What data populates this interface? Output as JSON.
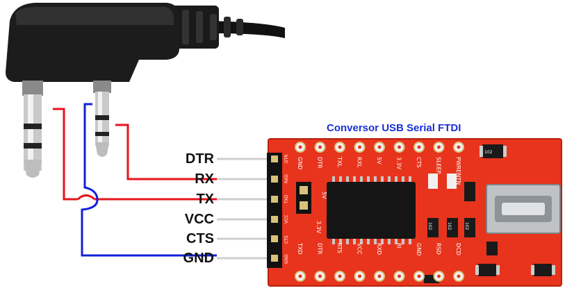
{
  "diagram": {
    "title": "Conversor USB Serial FTDI",
    "pins": [
      "DTR",
      "RX",
      "TX",
      "VCC",
      "CTS",
      "GND"
    ],
    "colors": {
      "title": "#1a2fd6",
      "wire_red": "#e8131b",
      "wire_blue": "#1020d8",
      "board": "#e8341c"
    },
    "board_silkscreen": {
      "top_row": [
        "GND",
        "DTR",
        "TXL",
        "RXL",
        "5V",
        "3.3V",
        "CTS",
        "SLEEP",
        "PWRENTN"
      ],
      "bottom_row": [
        "TXD",
        "DTR",
        "RTS",
        "VCC",
        "RXD",
        "RI",
        "GND",
        "RSD",
        "DCD"
      ],
      "header_labels": [
        "GND",
        "CTS",
        "VCC",
        "TXD",
        "RXD",
        "DTR"
      ],
      "jumper_labels": [
        "5V",
        "3.3V"
      ],
      "components": [
        "102",
        "102",
        "102",
        "102"
      ]
    }
  }
}
